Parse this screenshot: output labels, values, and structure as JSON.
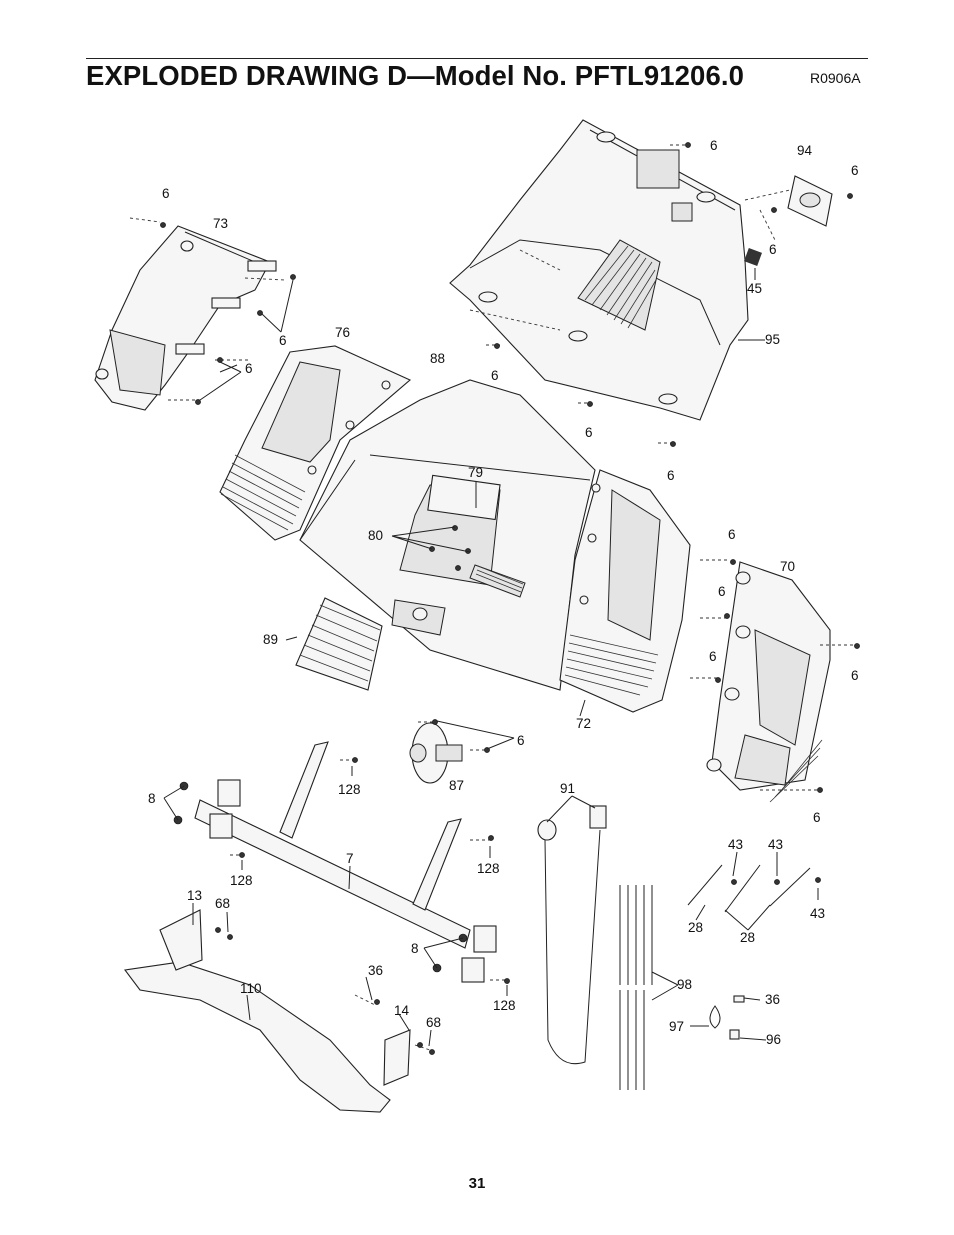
{
  "header": {
    "title": "EXPLODED DRAWING D—Model No. PFTL91206.0",
    "code": "R0906A"
  },
  "footer": {
    "page_number": "31"
  },
  "callouts": [
    "6",
    "94",
    "6",
    "6",
    "45",
    "95",
    "6",
    "73",
    "6",
    "6",
    "76",
    "88",
    "6",
    "6",
    "6",
    "79",
    "80",
    "70",
    "6",
    "6",
    "6",
    "6",
    "89",
    "72",
    "6",
    "87",
    "128",
    "8",
    "91",
    "6",
    "7",
    "128",
    "128",
    "43",
    "43",
    "43",
    "13",
    "68",
    "28",
    "28",
    "8",
    "98",
    "36",
    "110",
    "128",
    "36",
    "14",
    "68",
    "97",
    "96"
  ]
}
